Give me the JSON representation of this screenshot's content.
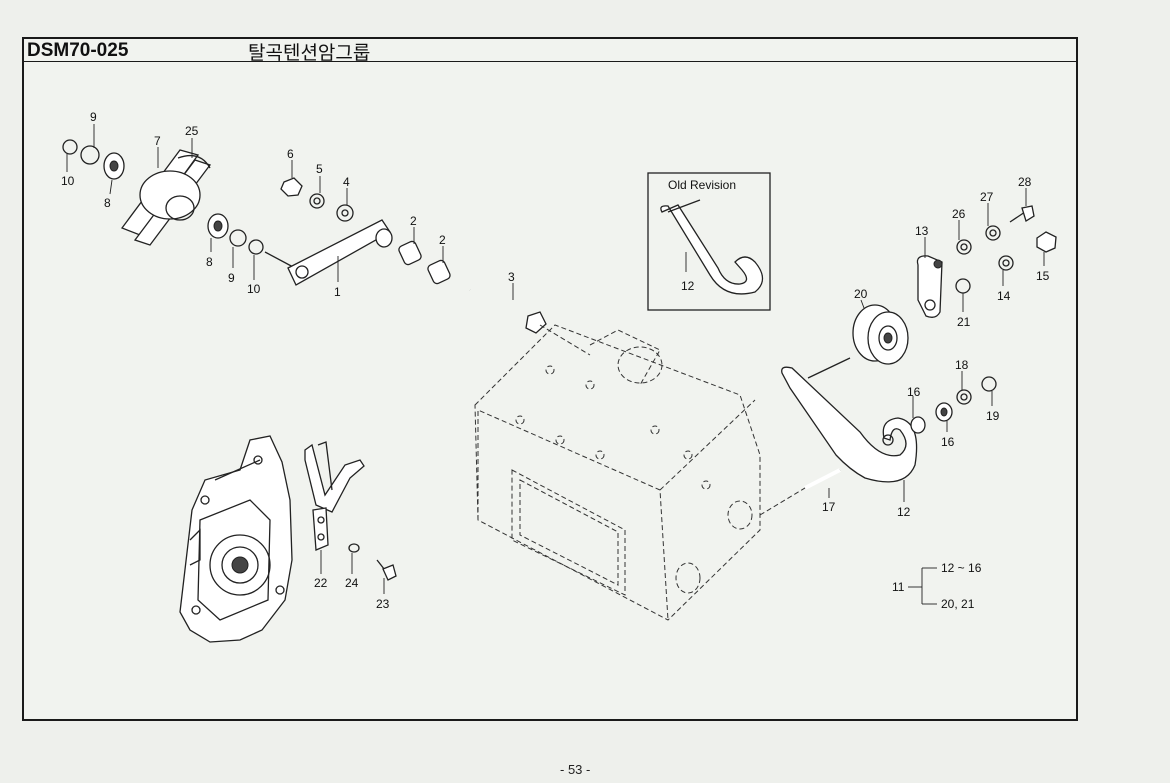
{
  "header": {
    "code": "DSM70-025",
    "title": "탈곡텐션암그룹"
  },
  "inset": {
    "label": "Old Revision",
    "part": "12"
  },
  "callouts": {
    "p10a": "10",
    "p9a": "9",
    "p7": "7",
    "p25": "25",
    "p8a": "8",
    "p8b": "8",
    "p9b": "9",
    "p10b": "10",
    "p6": "6",
    "p5": "5",
    "p4": "4",
    "p1": "1",
    "p2a": "2",
    "p2b": "2",
    "p3": "3",
    "p13": "13",
    "p26": "26",
    "p27": "27",
    "p28": "28",
    "p14": "14",
    "p15": "15",
    "p20": "20",
    "p21": "21",
    "p18": "18",
    "p16a": "16",
    "p16b": "16",
    "p19": "19",
    "p17": "17",
    "p12": "12",
    "p22": "22",
    "p24": "24",
    "p23": "23"
  },
  "assembly": {
    "parent": "11",
    "children": [
      "12 ~ 16",
      "20, 21"
    ]
  },
  "footer": {
    "page": "- 53 -"
  }
}
